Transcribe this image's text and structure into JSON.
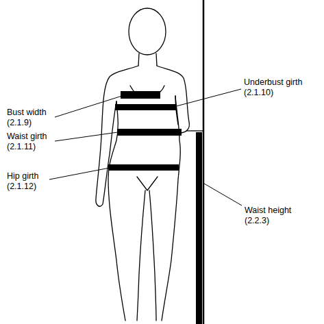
{
  "diagram": {
    "labels": [
      "Bust width (2.1.9)",
      "Underbust girth (2.1.10)",
      "Waist girth (2.1.11)",
      "Hip girth (2.1.12)",
      "Waist height (2.2.3)"
    ]
  }
}
